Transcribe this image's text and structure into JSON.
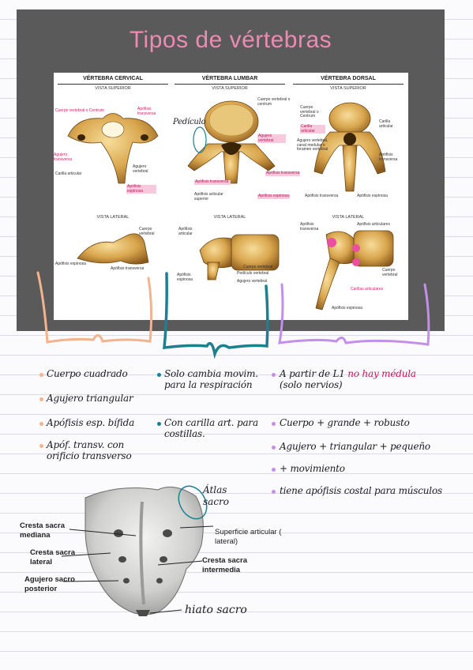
{
  "slide": {
    "title": "Tipos de vértebras",
    "columns": [
      {
        "heading": "VÉRTEBRA CERVICAL",
        "top_view": "VISTA SUPERIOR",
        "side_view": "VISTA LATERAL"
      },
      {
        "heading": "VÉRTEBRA LUMBAR",
        "top_view": "VISTA SUPERIOR",
        "side_view": "VISTA LATERAL"
      },
      {
        "heading": "VÉRTEBRA DORSAL",
        "top_view": "VISTA SUPERIOR",
        "side_view": "VISTA LATERAL"
      }
    ],
    "labels": {
      "cervical_top": [
        "Cuerpo vertebral o Centrum",
        "Apófisis transversa",
        "Agujero transverso",
        "Carilla articular",
        "Agujero vertebral",
        "Apófisis espinosa"
      ],
      "cervical_side": [
        "Cuerpo vertebral",
        "Apófisis espinosa",
        "Apófisis transversa"
      ],
      "lumbar_top": [
        "Cuerpo vertebral o centrum",
        "Agujero vertebral",
        "Apófisis transversa",
        "Apófisis articular superior",
        "Apófisis espinosa"
      ],
      "lumbar_side": [
        "Apófisis articular",
        "Cuerpo vertebral",
        "Pedículo vertebral",
        "Apófisis espinosa",
        "Agujero vertebral"
      ],
      "dorsal_top": [
        "Cuerpo vertebral o Centrum",
        "Carilla articular",
        "Carilla articular",
        "Agujero vertebral, canal medular o foramen vertebral",
        "Apófisis transversa",
        "Apófisis transversa",
        "Apófisis espinosa"
      ],
      "dorsal_side": [
        "Apófisis transversa",
        "Apófisis articulares",
        "Cuerpo vertebral",
        "Carillas articulares",
        "Apófisis espinosa"
      ]
    },
    "handwritten_label": "Pedículo"
  },
  "notes": {
    "cervical": [
      "Cuerpo cuadrado",
      "Agujero triangular",
      "Apófisis esp. bífida",
      "Apóf. transv. con orificio transverso"
    ],
    "lumbar": [
      "Solo cambia movim. para la respiración",
      "Con carilla art. para costillas."
    ],
    "dorsal_prefix": "A partir de L1",
    "dorsal_highlight": "no hay médula",
    "dorsal_suffix": "(solo nervios)",
    "dorsal": [
      "Cuerpo + grande + robusto",
      "Agujero + triangular + pequeño",
      "+ movimiento",
      "tiene apófisis costal para músculos"
    ]
  },
  "sacrum": {
    "labels": [
      "Cresta sacra mediana",
      "Cresta sacra lateral",
      "Agujero sacro posterior",
      "Superficie articular ( lateral)",
      "Cresta sacra intermedia"
    ],
    "handwritten": [
      "Átlas sacro",
      "hiato sacro"
    ]
  },
  "colors": {
    "title_pink": "#ec8bb2",
    "slide_bg": "#5a5a5a",
    "bracket_orange": "#f2b38f",
    "bracket_teal": "#1e7f8f",
    "bracket_purple": "#c48fe6",
    "highlight_pink": "#c2185b"
  }
}
